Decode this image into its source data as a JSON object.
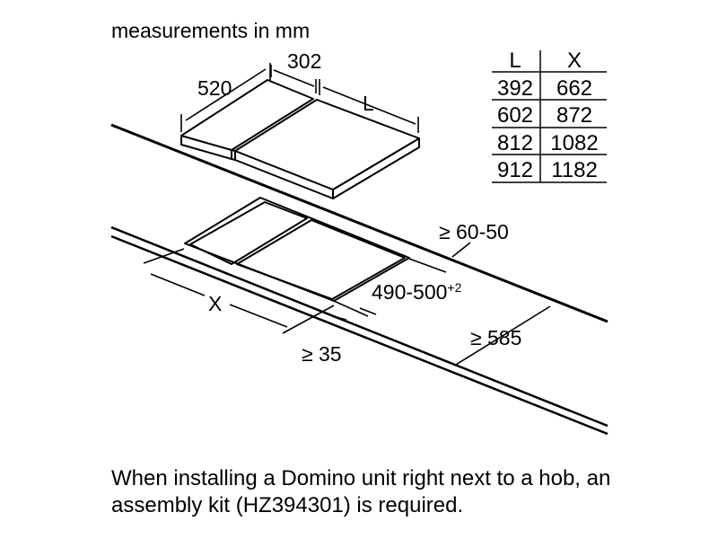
{
  "heading": "measurements in mm",
  "dimensions": {
    "depth": "520",
    "domino_width": "302",
    "length": "L",
    "cutout_width": "X",
    "cutout_depth": "490-500",
    "cutout_depth_tolerance": "+2",
    "rear_clearance": "≥ 60-50",
    "front_clearance": "≥ 35",
    "worktop_depth": "≥ 585"
  },
  "table": {
    "headers": [
      "L",
      "X"
    ],
    "rows": [
      [
        "392",
        "662"
      ],
      [
        "602",
        "872"
      ],
      [
        "812",
        "1082"
      ],
      [
        "912",
        "1182"
      ]
    ]
  },
  "note": "When installing a Domino unit right next to a hob, an assembly kit (HZ394301) is required."
}
